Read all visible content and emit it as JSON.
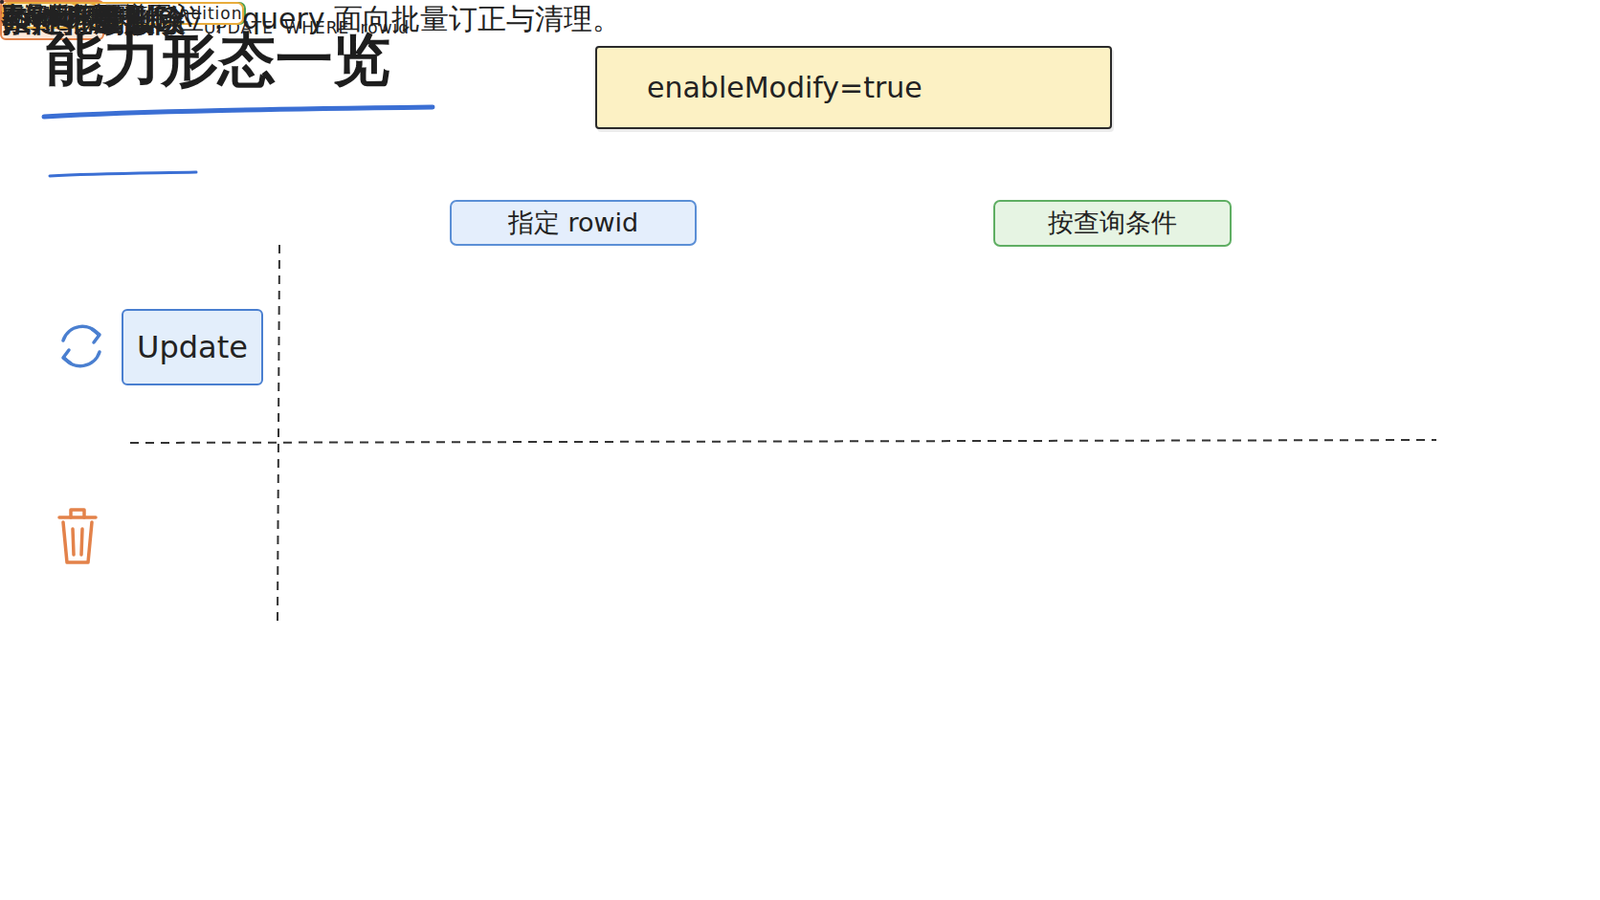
{
  "diagram": {
    "title": "能力形态一览",
    "nodes": [
      {
        "text": [
          "enableModify=true"
        ]
      },
      {
        "text": [
          "指定 rowid"
        ]
      },
      {
        "text": [
          "按查询条件"
        ]
      },
      {
        "text": [
          "Update"
        ]
      },
      {
        "text": [
          "指定行修改"
        ]
      },
      {
        "text": [
          "UPDATE WHERE rowid"
        ],
        "in": 4
      },
      {
        "text": [
          "单条回填"
        ],
        "in": 4
      },
      {
        "text": [
          "定点修复"
        ],
        "in": 4
      },
      {
        "text": [
          "条件批量修改"
        ]
      },
      {
        "text": [
          "UPDATE WHERE condition"
        ],
        "in": 8
      },
      {
        "text": [
          "批量订正"
        ],
        "in": 8
      },
      {
        "text": [
          "字段回填"
        ],
        "in": 8
      },
      {
        "text": [
          "Delete"
        ]
      },
      {
        "text": [
          "指定行删除"
        ]
      },
      {
        "text": [
          "DELETE WHERE rowid"
        ],
        "in": 13
      },
      {
        "text": [
          "单条清理"
        ],
        "in": 13
      },
      {
        "text": [
          "条件批量删除"
        ]
      },
      {
        "text": [
          "DELETE WHERE condition"
        ],
        "in": 16
      },
      {
        "text": [
          "脏数据清理"
        ],
        "in": 16
      },
      {
        "text": [
          "定向删除"
        ],
        "in": 16
      },
      {
        "text": [
          "rowid 是什么?",
          "内部行标识",
          "查询后获取",
          "定位已有记录"
        ]
      },
      {
        "text": [
          "不是业务主键",
          "不是 primary key",
          "不是按 ID 覆盖写入"
        ]
      },
      {
        "text": [
          "rowid 精准定位， query 面向批量订正与清理。"
        ]
      }
    ],
    "edges": [
      {
        "from": 0,
        "to": 1,
        "arrow": "to"
      },
      {
        "from": 0,
        "to": 2,
        "arrow": "to"
      },
      {
        "from": 20,
        "to": 21,
        "arrow": "to"
      }
    ],
    "labels": [
      "enable Modify=true 后启用",
      "ID"
    ]
  }
}
